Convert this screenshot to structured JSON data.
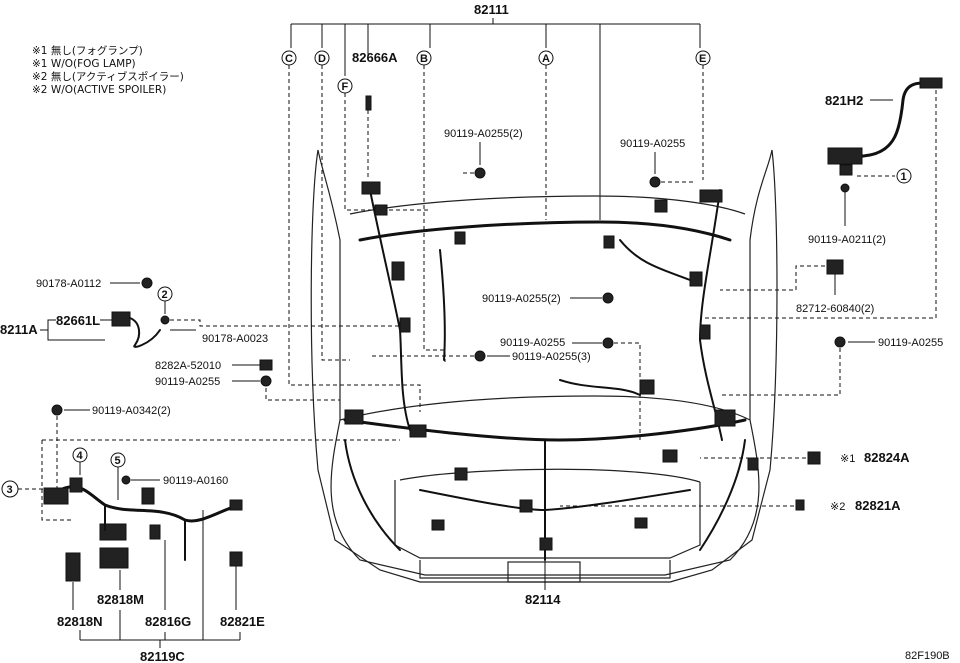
{
  "notes": [
    "※1 無し(フォグランプ)",
    "※1 W/O(FOG LAMP)",
    "※2 無し(アクティブスポイラー)",
    "※2 W/O(ACTIVE SPOILER)"
  ],
  "parts": {
    "p82111": "82111",
    "p82666A": "82666A",
    "p821H2": "821H2",
    "p90119_A0255_2_top": "90119-A0255(2)",
    "p90119_A0255_topright": "90119-A0255",
    "p90119_A0211_2": "90119-A0211(2)",
    "p90178_A0112": "90178-A0112",
    "p8211A": "8211A",
    "p82661L": "82661L",
    "p90178_A0023": "90178-A0023",
    "p90119_A0255_2_mid": "90119-A0255(2)",
    "p82712_60840_2": "82712-60840(2)",
    "p90119_A0255_right": "90119-A0255",
    "p90119_A0255_center": "90119-A0255",
    "p90119_A0255_3": "90119-A0255(3)",
    "p8282A_52010": "8282A-52010",
    "p90119_A0255_left": "90119-A0255",
    "p90119_A0342_2": "90119-A0342(2)",
    "p90119_A0160": "90119-A0160",
    "p82824A": "82824A",
    "p82821A": "82821A",
    "p82114": "82114",
    "p82818M": "82818M",
    "p82818N": "82818N",
    "p82816G": "82816G",
    "p82821E": "82821E",
    "p82119C": "82119C",
    "mark1": "※1",
    "mark2": "※2"
  },
  "callouts": {
    "A": "A",
    "B": "B",
    "C": "C",
    "D": "D",
    "E": "E",
    "F": "F",
    "n1": "1",
    "n2": "2",
    "n3": "3",
    "n4": "4",
    "n5": "5"
  },
  "figure_code": "82F190B"
}
